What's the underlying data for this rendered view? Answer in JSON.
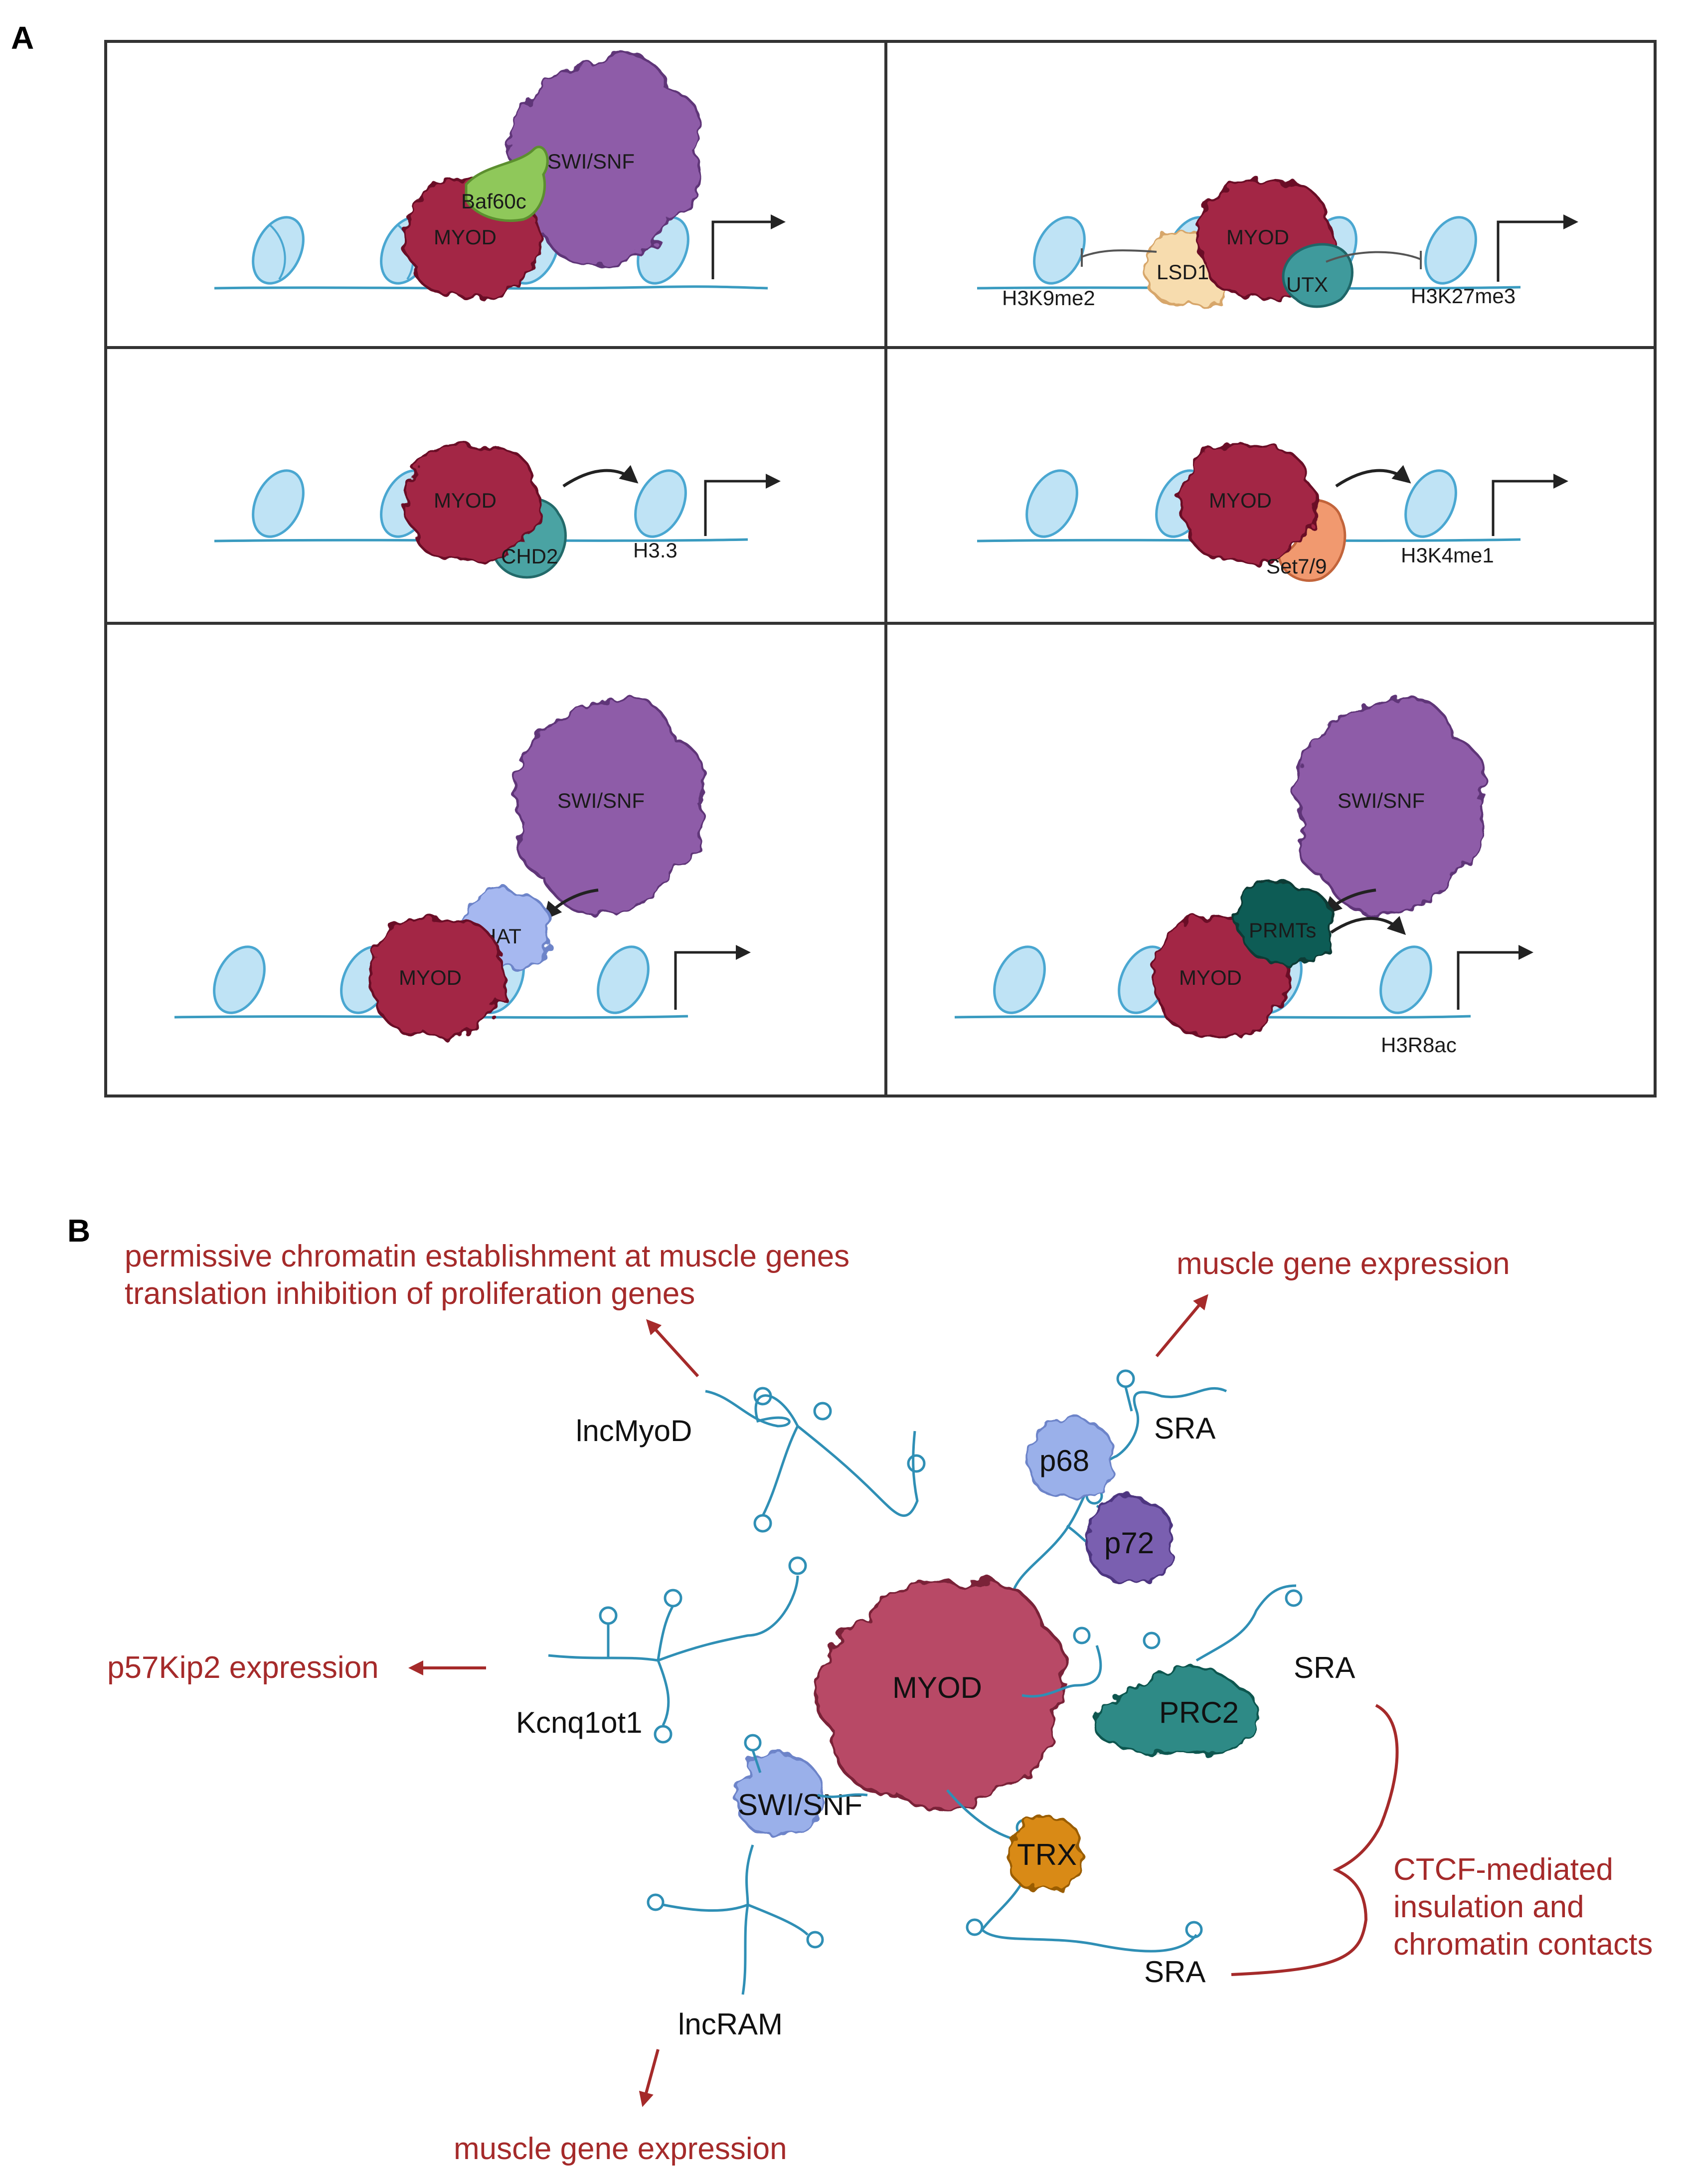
{
  "panels": {
    "a": "A",
    "b": "B"
  },
  "panel_a": {
    "c1": {
      "swisnf": "SWI/SNF",
      "baf": "Baf60c",
      "myod": "MYOD"
    },
    "c2": {
      "myod": "MYOD",
      "lsd1": "LSD1",
      "utx": "UTX",
      "h3k9": "H3K9me2",
      "h3k27": "H3K27me3"
    },
    "c3": {
      "myod": "MYOD",
      "chd2": "CHD2",
      "h33": "H3.3"
    },
    "c4": {
      "myod": "MYOD",
      "set79": "Set7/9",
      "h3k4": "H3K4me1"
    },
    "c5": {
      "swisnf": "SWI/SNF",
      "hat": "HAT",
      "myod": "MYOD"
    },
    "c6": {
      "swisnf": "SWI/SNF",
      "prmt": "PRMTs",
      "myod": "MYOD",
      "h3r8": "H3R8ac"
    }
  },
  "panel_b": {
    "myod": "MYOD",
    "lncmyod": "lncMyoD",
    "kcnq": "Kcnq1ot1",
    "lncram": "lncRAM",
    "swisnf": "SWI/SNF",
    "p68": "p68",
    "p72": "p72",
    "prc2": "PRC2",
    "trx": "TRX",
    "sra1": "SRA",
    "sra2": "SRA",
    "sra3": "SRA",
    "out_lncmyod_1": "permissive chromatin establishment at muscle genes",
    "out_lncmyod_2": "translation inhibition of proliferation genes",
    "out_sra_top": "muscle gene expression",
    "out_kcnq": "p57Kip2 expression",
    "out_ctcf_1": "CTCF-mediated",
    "out_ctcf_2": "insulation and",
    "out_ctcf_3": "chromatin contacts",
    "out_lncram": "muscle gene expression"
  },
  "colors": {
    "myod": "#a32545",
    "myod_b": "#b84a66",
    "swisnf": "#8e5ba8",
    "baf": "#8fc85a",
    "lsd1": "#f7dcae",
    "utx": "#3f9a9c",
    "chd2": "#4aa3a3",
    "set79": "#f1996f",
    "hat": "#a6b8f0",
    "prmt": "#0f5c55",
    "p68": "#9ab0ea",
    "p72": "#7a5fb0",
    "prc2": "#2f8a86",
    "trx": "#d98a12",
    "text_red": "#a52a2a"
  }
}
